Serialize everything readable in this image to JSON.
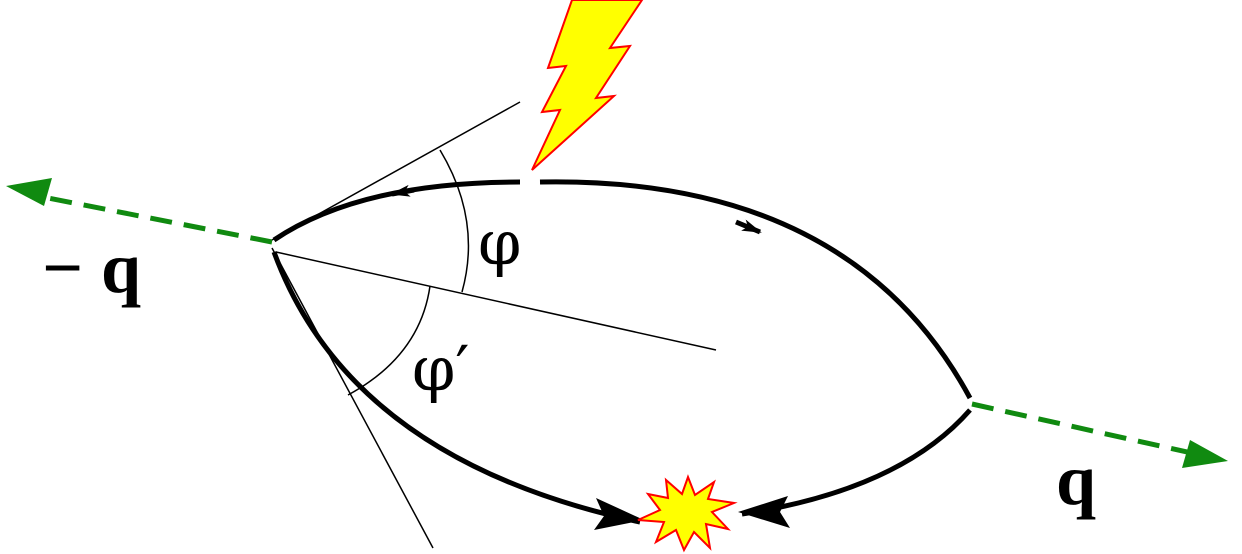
{
  "labels": {
    "neg_q": "− q",
    "q": "q",
    "phi": "φ",
    "phi_prime": "φ′"
  },
  "colors": {
    "line": "#000000",
    "momentum_arrow": "#108a10",
    "lightning_fill": "#ffff00",
    "lightning_stroke": "#ff0000",
    "burst_fill": "#ffff00",
    "burst_stroke": "#ff0000"
  },
  "icons": {
    "lightning": "lightning-bolt-icon",
    "burst": "explosion-burst-icon"
  }
}
